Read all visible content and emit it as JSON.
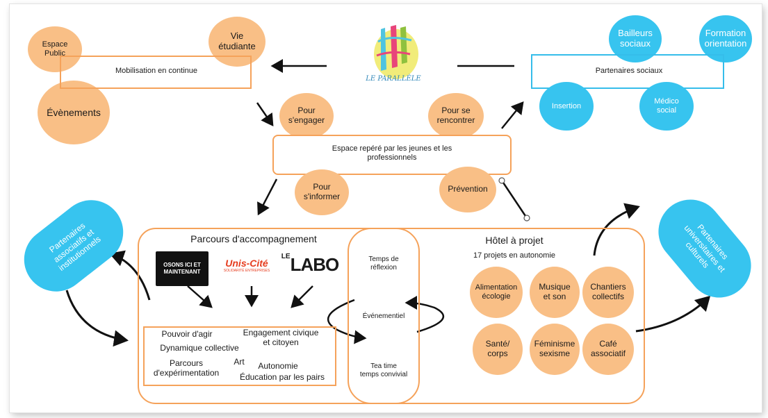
{
  "colors": {
    "orange_fill": "#f9bf86",
    "orange_stroke": "#f5a25a",
    "blue": "#37c4ef"
  },
  "top_left": {
    "espace_public": "Espace\nPublic",
    "vie_etudiante": "Vie\nétudiante",
    "mobilisation": "Mobilisation en continue",
    "evenements": "Évènements"
  },
  "logo_center": {
    "caption": "LE PARALLÈLE"
  },
  "top_right": {
    "bailleurs": "Bailleurs\nsociaux",
    "formation": "Formation\norientation",
    "partenaires_sociaux": "Partenaires sociaux",
    "insertion": "Insertion",
    "medico": "Médico\nsocial"
  },
  "middle": {
    "pour_engager": "Pour\ns'engager",
    "pour_rencontrer": "Pour se\nrencontrer",
    "espace_repere": "Espace repéré par les jeunes et les\nprofessionnels",
    "pour_informer": "Pour\ns'informer",
    "prevention": "Prévention"
  },
  "left_pill": "Partenaires\nassociatifs et\ninstitutionnels",
  "right_pill": "Partenaires\nuniversitaires et\nculturels",
  "parcours": {
    "title": "Parcours d'accompagnement",
    "logos": {
      "osons": "OSONS ICI ET MAINTENANT",
      "uniscite": "Unis-Cité",
      "uniscite_sub": "SOLIDARITÉ ENTREPRISES",
      "labo": "LABO",
      "labo_le": "LE"
    },
    "items": {
      "pouvoir": "Pouvoir d'agir",
      "engagement": "Engagement civique\net citoyen",
      "dynamique": "Dynamique collective",
      "parcours_exp": "Parcours\nd'expérimentation",
      "art": "Art",
      "autonomie": "Autonomie",
      "education": "Éducation par les pairs"
    }
  },
  "cycle": {
    "temps_reflexion": "Temps de\nréflexion",
    "evenementiel": "Événementiel",
    "tea_time": "Tea time\ntemps convivial"
  },
  "hotel": {
    "title": "Hôtel à projet",
    "subtitle": "17 projets en autonomie",
    "alimentation": "Alimentation\nécologie",
    "musique": "Musique\net son",
    "chantiers": "Chantiers\ncollectifs",
    "sante": "Santé/\ncorps",
    "feminisme": "Féminisme\nsexisme",
    "cafe": "Café\nassociatif"
  }
}
